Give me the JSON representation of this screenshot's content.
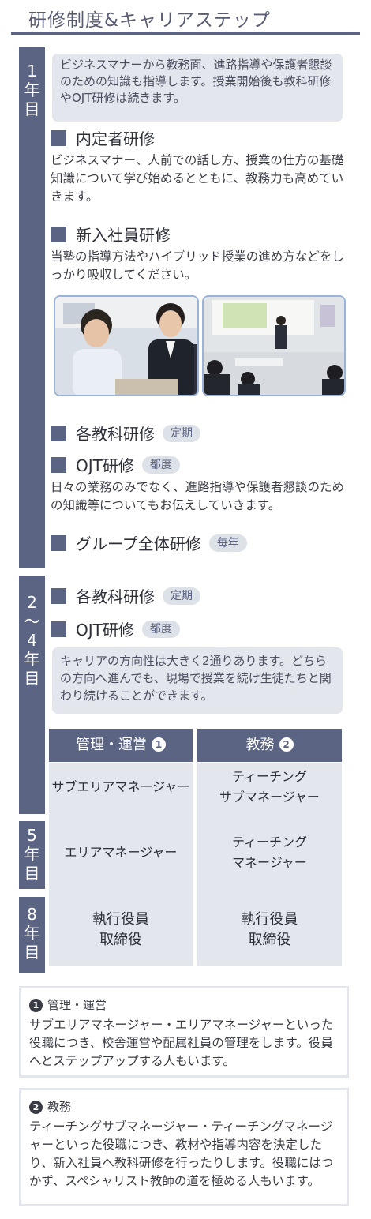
{
  "page": {
    "title": "研修制度&キャリアステップ"
  },
  "year1": {
    "label_top": "1",
    "label_mid": "年",
    "label_bot": "目",
    "note": "ビジネスマナーから教務面、進路指導や保護者懇談のための知識も指導します。授業開始後も教科研修やOJT研修は続きます。",
    "sections": [
      {
        "title": "内定者研修",
        "text": "ビジネスマナー、人前での話し方、授業の仕方の基礎知識について学び始めるとともに、教務力も高めていきます。"
      },
      {
        "title": "新入社員研修",
        "text": "当塾の指導方法やハイブリッド授業の進め方などをしっかり吸収してください。"
      },
      {
        "title": "各教科研修",
        "badge": "定期"
      },
      {
        "title": "OJT研修",
        "badge": "都度",
        "text": "日々の業務のみでなく、進路指導や保護者懇談のための知識等についてもお伝えしていきます。"
      },
      {
        "title": "グループ全体研修",
        "badge": "毎年"
      }
    ]
  },
  "year2": {
    "label_top": "2",
    "label_tilde": "〜",
    "label_num": "4",
    "label_mid": "年",
    "label_bot": "目",
    "sections": [
      {
        "title": "各教科研修",
        "badge": "定期"
      },
      {
        "title": "OJT研修",
        "badge": "都度"
      }
    ],
    "note": "キャリアの方向性は大きく2通りあります。どちらの方向へ進んでも、現場で授業を続け生徒たちと関わり続けることができます。"
  },
  "career_table": {
    "col1_header": "管理・運営",
    "col1_num": "1",
    "col2_header": "教務",
    "col2_num": "2",
    "rows": [
      {
        "col1": "サブエリアマネージャー",
        "col2_a": "ティーチング",
        "col2_b": "サブマネージャー"
      },
      {
        "col1": "エリアマネージャー",
        "col2_a": "ティーチング",
        "col2_b": "マネージャー"
      },
      {
        "col1_a": "執行役員",
        "col1_b": "取締役",
        "col2_a": "執行役員",
        "col2_b": "取締役"
      }
    ]
  },
  "year5": {
    "label_top": "5",
    "label_mid": "年",
    "label_bot": "目"
  },
  "year8": {
    "label_top": "8",
    "label_mid": "年",
    "label_bot": "目"
  },
  "explanations": [
    {
      "num": "1",
      "title": "管理・運営",
      "text": "サブエリアマネージャー・エリアマネージャーといった役職につき、校舎運営や配属社員の管理をします。役員へとステップアップする人もいます。"
    },
    {
      "num": "2",
      "title": "教務",
      "text": "ティーチングサブマネージャー・ティーチングマネージャーといった役職につき、教材や指導内容を決定したり、新入社員へ教科研修を行ったりします。役職にはつかず、スペシャリスト教師の道を極める人もいます。"
    }
  ],
  "colors": {
    "accent": "#5c6483",
    "panel": "#e3e6ec",
    "badge": "#dde1e8"
  }
}
